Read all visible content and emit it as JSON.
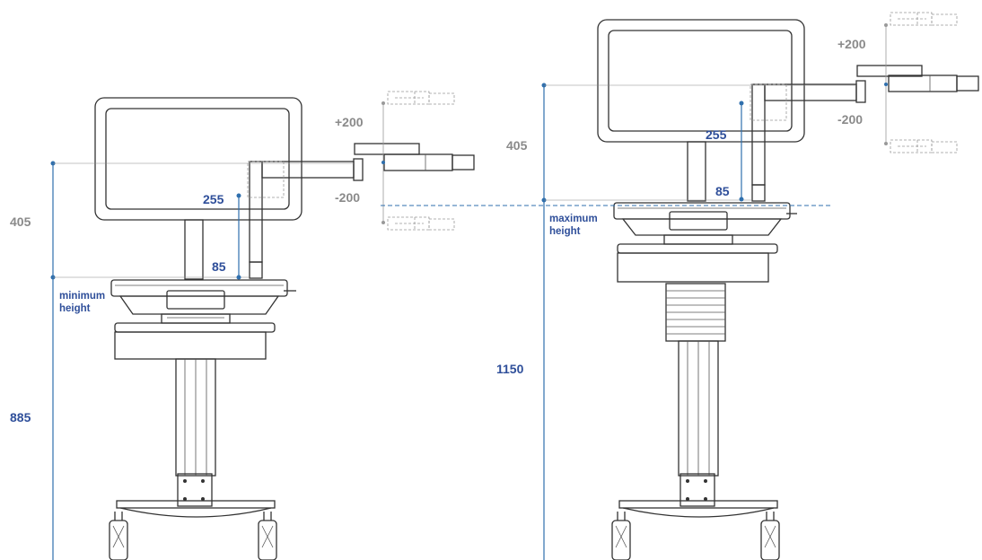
{
  "left_cart": {
    "offset_plus": "+200",
    "offset_minus": "-200",
    "dim_405": "405",
    "dim_255": "255",
    "dim_85": "85",
    "dim_885": "885",
    "label_line1": "minimum",
    "label_line2": "height"
  },
  "right_cart": {
    "offset_plus": "+200",
    "offset_minus": "-200",
    "dim_405": "405",
    "dim_255": "255",
    "dim_85": "85",
    "dim_1150": "1150",
    "label_line1": "maximum",
    "label_line2": "height"
  },
  "colors": {
    "accent_blue": "#2f6fad",
    "label_blue": "#2f4f9a",
    "label_gray": "#8a8a8a"
  }
}
